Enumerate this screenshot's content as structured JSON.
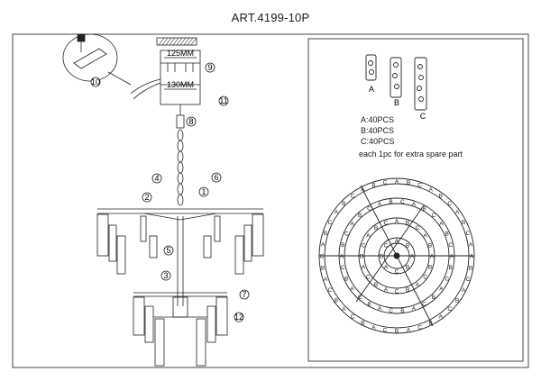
{
  "article": "ART.4199-10P",
  "dimensions": {
    "top": "125MM",
    "bottom": "130MM"
  },
  "callouts": [
    "1",
    "2",
    "3",
    "4",
    "5",
    "6",
    "7",
    "8",
    "9",
    "10",
    "11",
    "12"
  ],
  "crystal_types": [
    "A",
    "B",
    "C"
  ],
  "pieces": [
    "A:40PCS",
    "B:40PCS",
    "C:40PCS"
  ],
  "spare_note": "each 1pc for extra spare part",
  "ring_letters": "A",
  "colors": {
    "line": "#222222",
    "frame": "#444444"
  }
}
